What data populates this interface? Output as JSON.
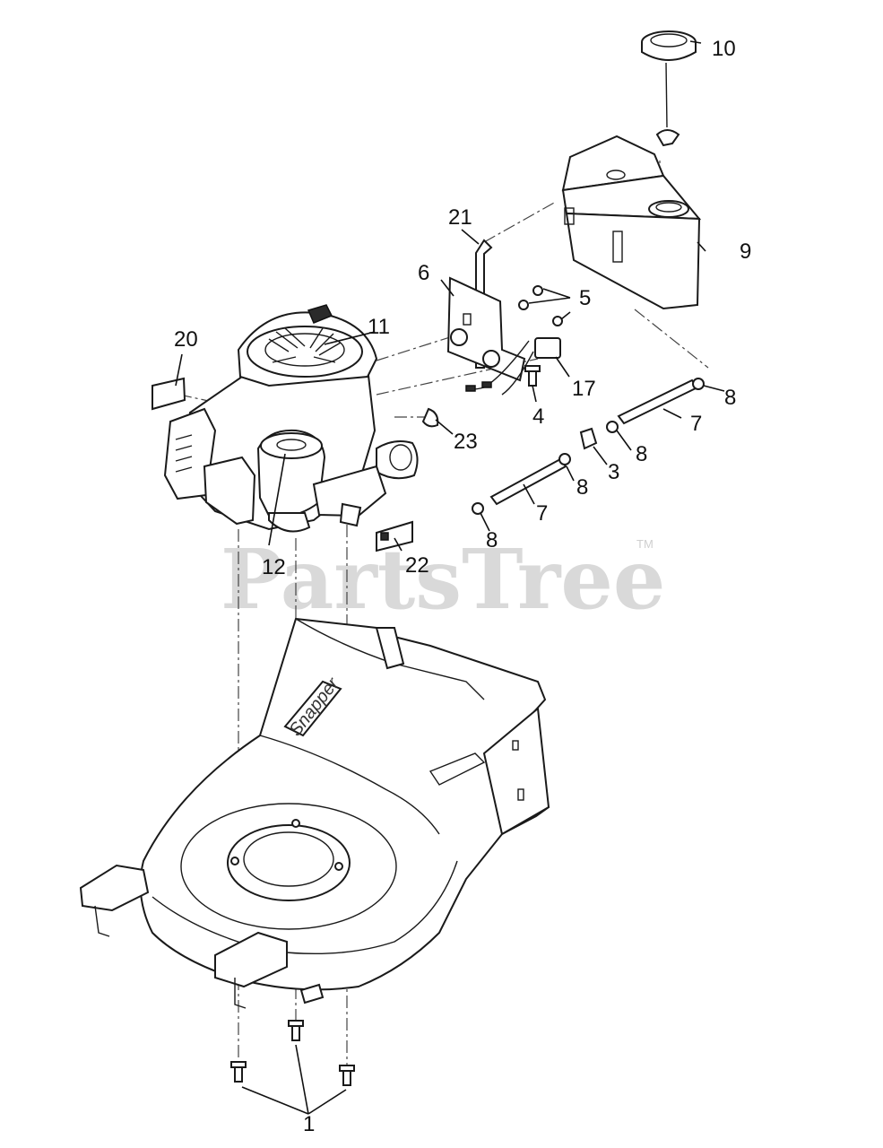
{
  "watermark": {
    "text": "PartsTree",
    "trademark": "TM"
  },
  "deck_logo": "Snapper",
  "callouts": [
    {
      "id": "1",
      "label": "1"
    },
    {
      "id": "3",
      "label": "3"
    },
    {
      "id": "4",
      "label": "4"
    },
    {
      "id": "5",
      "label": "5"
    },
    {
      "id": "6",
      "label": "6"
    },
    {
      "id": "7a",
      "label": "7"
    },
    {
      "id": "7b",
      "label": "7"
    },
    {
      "id": "8a",
      "label": "8"
    },
    {
      "id": "8b",
      "label": "8"
    },
    {
      "id": "8c",
      "label": "8"
    },
    {
      "id": "8d",
      "label": "8"
    },
    {
      "id": "9",
      "label": "9"
    },
    {
      "id": "10",
      "label": "10"
    },
    {
      "id": "11",
      "label": "11"
    },
    {
      "id": "12",
      "label": "12"
    },
    {
      "id": "17",
      "label": "17"
    },
    {
      "id": "20",
      "label": "20"
    },
    {
      "id": "21",
      "label": "21"
    },
    {
      "id": "22",
      "label": "22"
    },
    {
      "id": "23",
      "label": "23"
    }
  ]
}
